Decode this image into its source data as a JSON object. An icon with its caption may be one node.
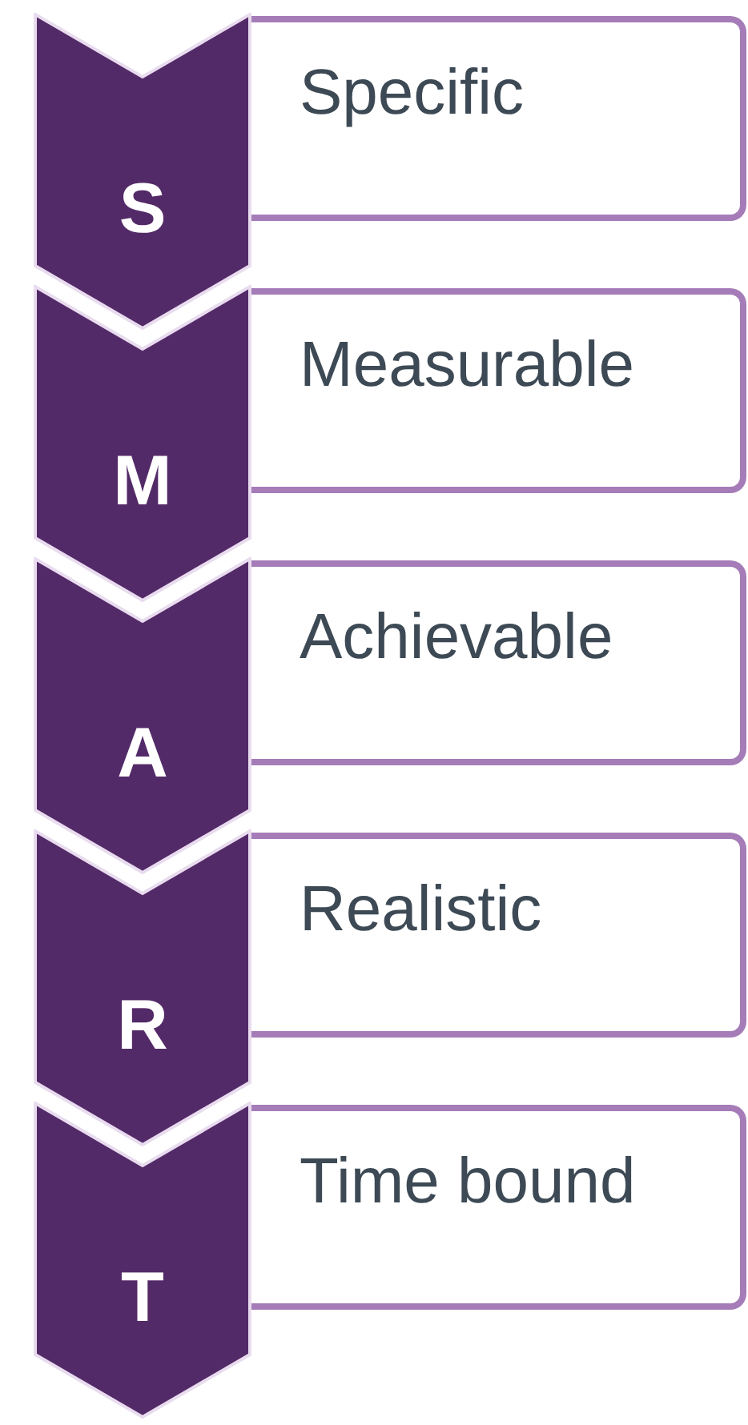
{
  "diagram": {
    "nodes": [
      {
        "text": [
          "S"
        ]
      },
      {
        "text": [
          "Specific"
        ]
      },
      {
        "text": [
          "M"
        ]
      },
      {
        "text": [
          "Measurable"
        ]
      },
      {
        "text": [
          "A"
        ]
      },
      {
        "text": [
          "Achievable"
        ]
      },
      {
        "text": [
          "R"
        ]
      },
      {
        "text": [
          "Realistic"
        ]
      },
      {
        "text": [
          "T"
        ]
      },
      {
        "text": [
          "Time bound"
        ]
      }
    ]
  }
}
